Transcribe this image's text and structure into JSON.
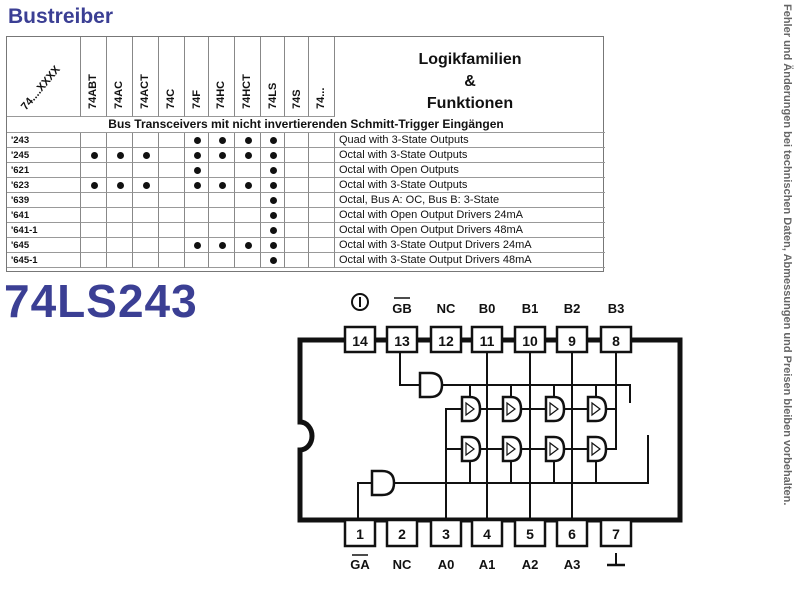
{
  "heading": "Bustreiber",
  "side_note": "Fehler und Änderungen bei technischen Daten, Abmessungen und Preisen bleiben vorbehalten.",
  "table": {
    "corner_label": "74....XXXX",
    "families": [
      "74ABT",
      "74AC",
      "74ACT",
      "74C",
      "74F",
      "74HC",
      "74HCT",
      "74LS",
      "74S",
      "74..."
    ],
    "function_header": [
      "Logikfamilien",
      "&",
      "Funktionen"
    ],
    "section_title": "Bus Transceivers mit nicht invertierenden Schmitt-Trigger Eingängen",
    "rows": [
      {
        "part": "'243",
        "marks": [
          0,
          0,
          0,
          0,
          1,
          1,
          1,
          1,
          0,
          0
        ],
        "function": "Quad with 3-State Outputs"
      },
      {
        "part": "'245",
        "marks": [
          1,
          1,
          1,
          0,
          1,
          1,
          1,
          1,
          0,
          0
        ],
        "function": "Octal with 3-State Outputs"
      },
      {
        "part": "'621",
        "marks": [
          0,
          0,
          0,
          0,
          1,
          0,
          0,
          1,
          0,
          0
        ],
        "function": "Octal with Open Outputs"
      },
      {
        "part": "'623",
        "marks": [
          1,
          1,
          1,
          0,
          1,
          1,
          1,
          1,
          0,
          0
        ],
        "function": "Octal with 3-State Outputs"
      },
      {
        "part": "'639",
        "marks": [
          0,
          0,
          0,
          0,
          0,
          0,
          0,
          1,
          0,
          0
        ],
        "function": "Octal, Bus A: OC, Bus B: 3-State"
      },
      {
        "part": "'641",
        "marks": [
          0,
          0,
          0,
          0,
          0,
          0,
          0,
          1,
          0,
          0
        ],
        "function": "Octal with Open Output Drivers 24mA"
      },
      {
        "part": "'641-1",
        "marks": [
          0,
          0,
          0,
          0,
          0,
          0,
          0,
          1,
          0,
          0
        ],
        "function": "Octal with Open Output Drivers 48mA"
      },
      {
        "part": "'645",
        "marks": [
          0,
          0,
          0,
          0,
          1,
          1,
          1,
          1,
          0,
          0
        ],
        "function": "Octal with 3-State Output Drivers 24mA"
      },
      {
        "part": "'645-1",
        "marks": [
          0,
          0,
          0,
          0,
          0,
          0,
          0,
          1,
          0,
          0
        ],
        "function": "Octal with 3-State Output Drivers 48mA"
      }
    ]
  },
  "part_number": "74LS243",
  "chip": {
    "top_pins": [
      {
        "num": "14",
        "label": "Vcc"
      },
      {
        "num": "13",
        "label": "GB"
      },
      {
        "num": "12",
        "label": "NC"
      },
      {
        "num": "11",
        "label": "B0"
      },
      {
        "num": "10",
        "label": "B1"
      },
      {
        "num": "9",
        "label": "B2"
      },
      {
        "num": "8",
        "label": "B3"
      }
    ],
    "bottom_pins": [
      {
        "num": "1",
        "label": "GA"
      },
      {
        "num": "2",
        "label": "NC"
      },
      {
        "num": "3",
        "label": "A0"
      },
      {
        "num": "4",
        "label": "A1"
      },
      {
        "num": "5",
        "label": "A2"
      },
      {
        "num": "6",
        "label": "A3"
      },
      {
        "num": "7",
        "label": "GND"
      }
    ]
  }
}
